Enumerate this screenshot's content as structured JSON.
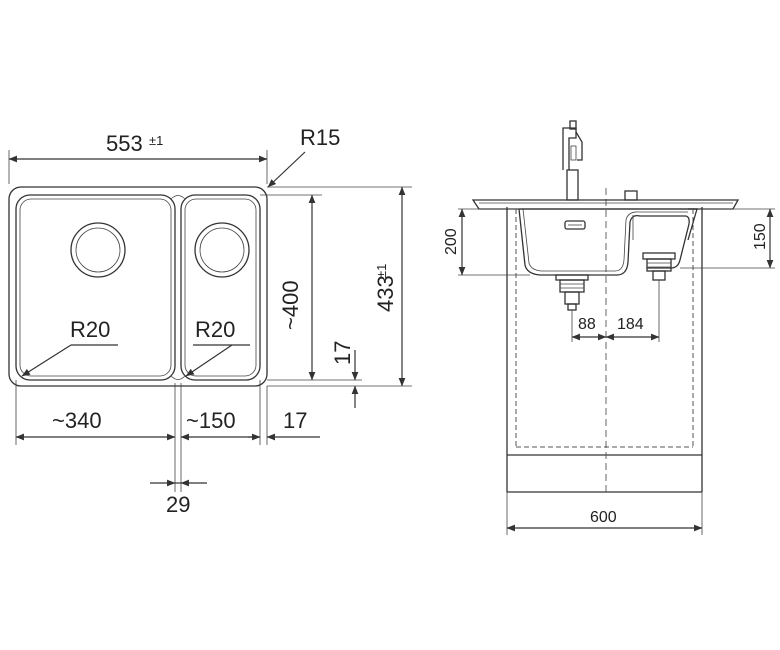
{
  "top_view": {
    "overall_width": "553",
    "overall_width_tol": "±1",
    "corner_radius_outer": "R15",
    "overall_depth": "433",
    "overall_depth_tol": "±1",
    "bowl_depth": "~400",
    "bowl_left_radius": "R20",
    "bowl_right_radius": "R20",
    "back_margin": "17",
    "left_bowl_width": "~340",
    "right_bowl_width": "~150",
    "right_margin": "17",
    "divider_width": "29"
  },
  "side_view": {
    "bowl_height": "200",
    "small_bowl_height": "150",
    "drain_offset": "88",
    "drain_spacing": "184",
    "cabinet_width": "600"
  }
}
